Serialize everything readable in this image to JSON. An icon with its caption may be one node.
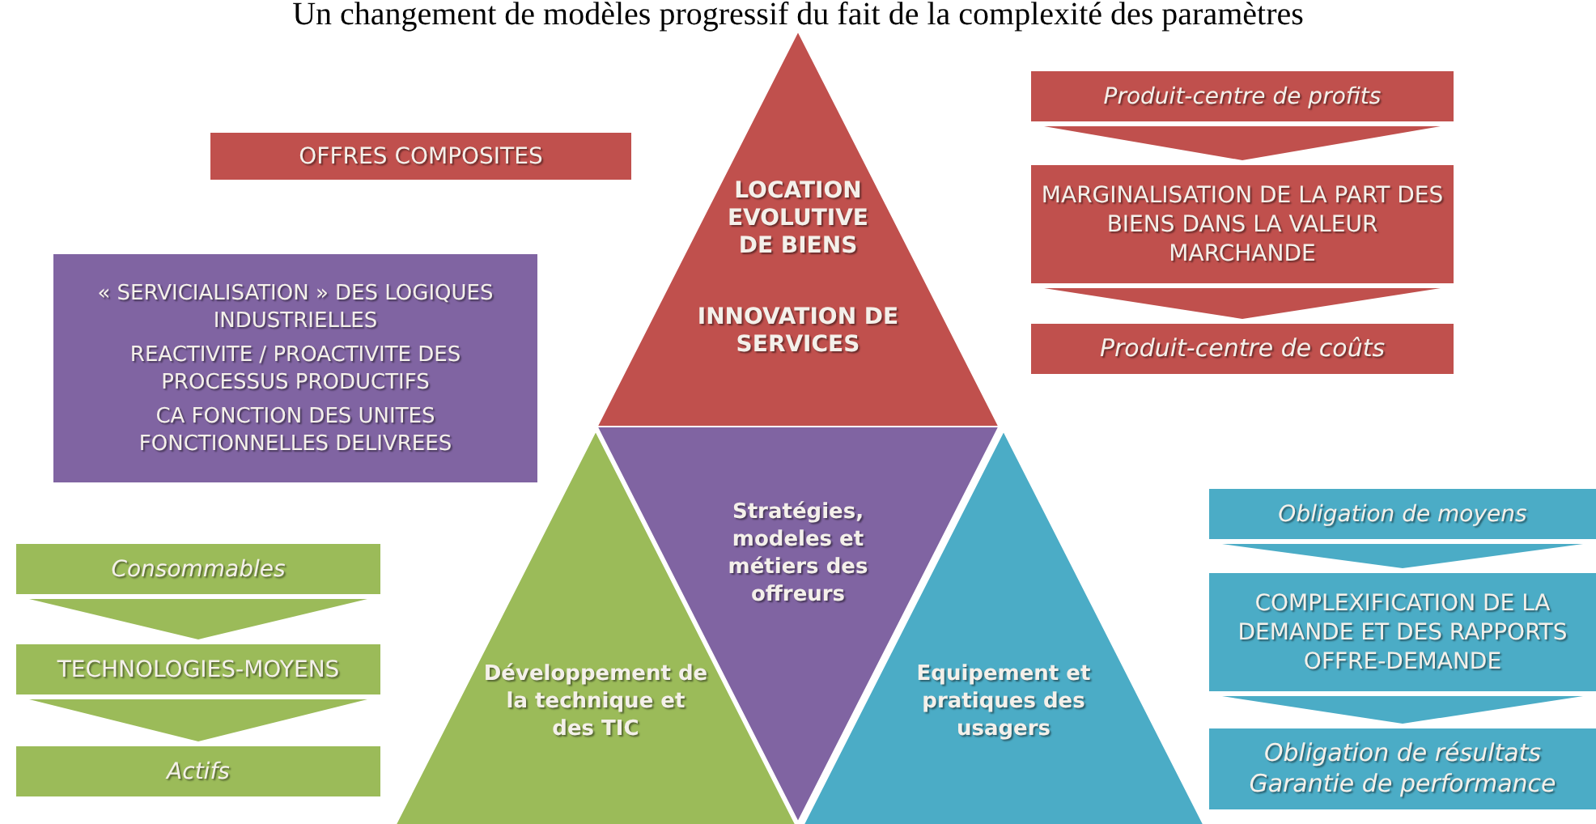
{
  "diagram": {
    "title": "Un changement de modèles progressif du fait de la complexité des paramètres",
    "nodes": [
      {
        "text": [
          "LOCATION EVOLUTIVE DE BIENS",
          "INNOVATION DE SERVICES"
        ]
      },
      {
        "text": [
          "Produit-centre de profits"
        ]
      },
      {
        "text": [
          "OFFRES COMPOSITES"
        ]
      },
      {
        "text": [
          "MARGINALISATION DE LA PART DES BIENS DANS LA VALEUR MARCHANDE"
        ]
      },
      {
        "text": [
          "« SERVICIALISATION » DES LOGIQUES INDUSTRIELLES",
          "REACTIVITE / PROACTIVITE DES PROCESSUS PRODUCTIFS",
          "CA FONCTION DES UNITES FONCTIONNELLES DELIVREES"
        ]
      },
      {
        "text": [
          "Produit-centre de coûts"
        ]
      },
      {
        "text": [
          "Stratégies, modeles et métiers des offreurs"
        ]
      },
      {
        "text": [
          "Obligation de moyens"
        ]
      },
      {
        "text": [
          "Consommables"
        ]
      },
      {
        "text": [
          "COMPLEXIFICATION DE LA DEMANDE ET DES RAPPORTS OFFRE-DEMANDE"
        ]
      },
      {
        "text": [
          "TECHNOLOGIES-MOYENS"
        ]
      },
      {
        "text": [
          "Développement de la technique et des TIC"
        ]
      },
      {
        "text": [
          "Equipement et pratiques des usagers"
        ]
      },
      {
        "text": [
          "Obligation de résultats",
          "Garantie de performance"
        ]
      },
      {
        "text": [
          "Actifs"
        ]
      }
    ],
    "edges": [
      {
        "from": 1,
        "to": 3,
        "arrow": "to"
      },
      {
        "from": 3,
        "to": 5,
        "arrow": "to"
      },
      {
        "from": 8,
        "to": 10,
        "arrow": "to"
      },
      {
        "from": 10,
        "to": 14,
        "arrow": "to"
      },
      {
        "from": 7,
        "to": 9,
        "arrow": "to"
      },
      {
        "from": 9,
        "to": 13,
        "arrow": "to"
      }
    ]
  }
}
